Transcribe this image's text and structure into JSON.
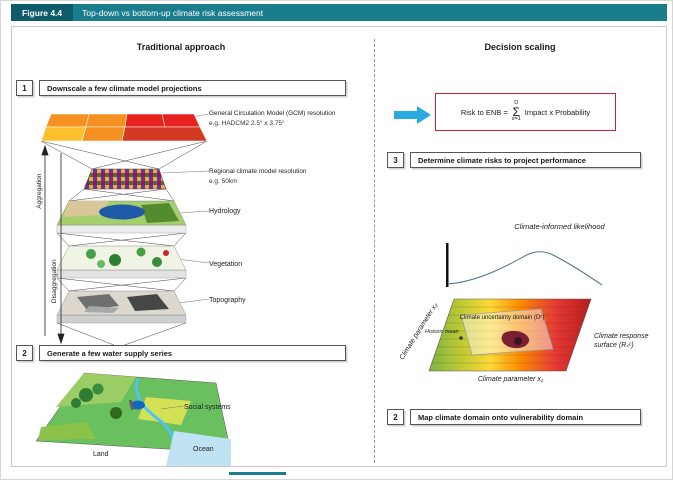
{
  "colors": {
    "header_teal": "#1a7d8e",
    "figure_label_teal": "#0e5b6b",
    "formula_border_red": "#c5242b",
    "arrow_blue": "#2ba9e1"
  },
  "figure": {
    "label": "Figure 4.4",
    "title": "Top-down vs bottom-up climate risk assessment"
  },
  "columns": {
    "left": "Traditional approach",
    "right": "Decision scaling"
  },
  "left": {
    "step1": {
      "num": "1",
      "label": "Downscale a few climate model projections"
    },
    "gcm_label": "General Circulation Model (GCM) resolution",
    "gcm_sub": "e.g. HADCM2 2.5° x 3.75°",
    "regional_label": "Regional climate model resolution",
    "regional_sub": "e.g. 50km",
    "hydrology": "Hydrology",
    "vegetation": "Vegetation",
    "topography": "Topography",
    "aggregation": "Aggregation",
    "disaggregation": "Disaggregation",
    "step2": {
      "num": "2",
      "label": "Generate a few water supply series"
    },
    "social_systems": "Social systems",
    "land": "Land",
    "ocean": "Ocean"
  },
  "right": {
    "formula": {
      "prefix": "Risk to ENB =",
      "sum_top": "D",
      "sigma": "Σ",
      "sum_bottom": "s=1",
      "suffix": "Impact x Probability"
    },
    "step3": {
      "num": "3",
      "label": "Determine climate risks to project performance"
    },
    "likelihood": "Climate-informed likelihood",
    "param_x2": "Climate parameter x₂",
    "param_x1": "Climate parameter x₁",
    "historic_mean": "Historic mean",
    "uncertainty_domain": "Climate uncertainty domain (Dᶜ)",
    "response_surface": "Climate response surface (Rₛᶜ)",
    "step2": {
      "num": "2",
      "label": "Map climate domain onto vulnerability domain"
    }
  }
}
